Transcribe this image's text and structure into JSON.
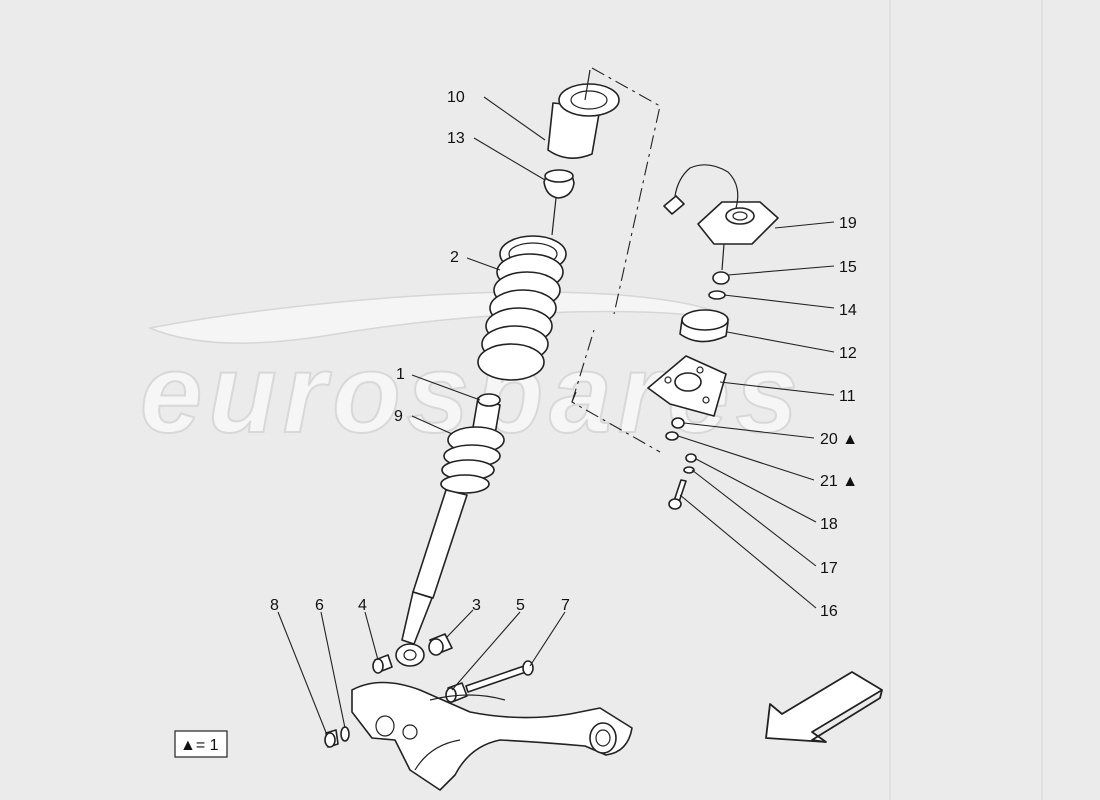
{
  "watermark": {
    "text": "eurospares"
  },
  "callouts": {
    "c1": "1",
    "c2": "2",
    "c3": "3",
    "c4": "4",
    "c5": "5",
    "c6": "6",
    "c7": "7",
    "c8": "8",
    "c9": "9",
    "c10": "10",
    "c11": "11",
    "c12": "12",
    "c13": "13",
    "c14": "14",
    "c15": "15",
    "c16": "16",
    "c17": "17",
    "c18": "18",
    "c19": "19",
    "c20": "20 ▲",
    "c21": "21 ▲"
  },
  "legend": {
    "text": "▲= 1"
  },
  "icons": {
    "direction_arrow": "arrow-down-left-icon"
  }
}
